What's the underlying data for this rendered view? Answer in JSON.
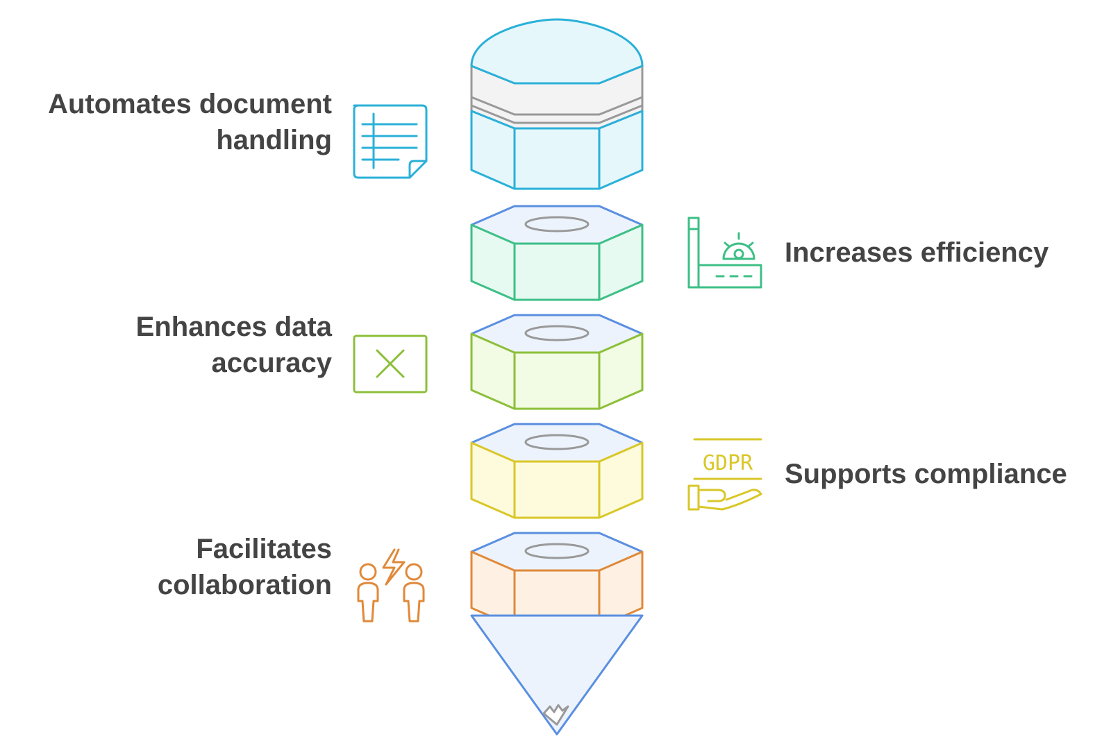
{
  "diagram": {
    "layers": [
      {
        "name": "document-handling",
        "color": "#2ab0d8",
        "fill": "#e6f7fc"
      },
      {
        "name": "efficiency",
        "color": "#3dbf86",
        "fill": "#e6faf1"
      },
      {
        "name": "data-accuracy",
        "color": "#8cbf3a",
        "fill": "#f2fbe3"
      },
      {
        "name": "compliance",
        "color": "#d9c728",
        "fill": "#fdfbdc"
      },
      {
        "name": "collaboration",
        "color": "#e0893a",
        "fill": "#fef1e4"
      }
    ],
    "items": [
      {
        "lines": [
          "Automates document",
          "handling"
        ],
        "icon": "document-icon",
        "color": "#2ab0d8"
      },
      {
        "lines": [
          "Increases efficiency"
        ],
        "icon": "factory-gear-icon",
        "color": "#3dbf86"
      },
      {
        "lines": [
          "Enhances data",
          "accuracy"
        ],
        "icon": "x-box-icon",
        "color": "#8cbf3a"
      },
      {
        "lines": [
          "Supports compliance"
        ],
        "icon": "gdpr-hand-icon",
        "color": "#d9c728",
        "icon_text": "GDPR"
      },
      {
        "lines": [
          "Facilitates",
          "collaboration"
        ],
        "icon": "two-people-spark-icon",
        "color": "#e0893a"
      }
    ],
    "tip_color": "#5a8fe0",
    "tip_fill": "#edf3fd",
    "ring_color": "#999999"
  }
}
